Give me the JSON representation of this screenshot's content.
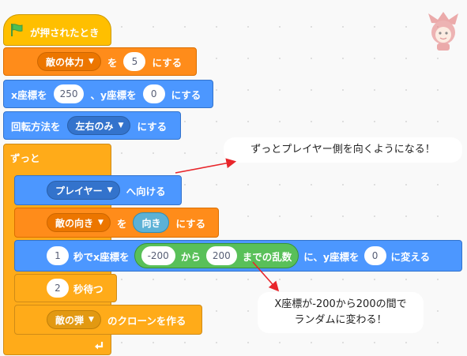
{
  "event": {
    "label": "が押されたとき",
    "icon": "green-flag-icon"
  },
  "set_hp": {
    "var": "敵の体力",
    "word_wo": "を",
    "value": "5",
    "suffix": "にする"
  },
  "goto_xy": {
    "x_label": "x座標を",
    "x_value": "250",
    "y_label": "、y座標を",
    "y_value": "0",
    "suffix": "にする"
  },
  "rotation": {
    "prefix": "回転方法を",
    "option": "左右のみ",
    "suffix": "にする"
  },
  "forever": {
    "label": "ずっと",
    "loop_icon": "loop-arrow-icon"
  },
  "point_toward": {
    "target": "プレイヤー",
    "suffix": "へ向ける"
  },
  "set_dir": {
    "var": "敵の向き",
    "word_wo": "を",
    "reporter": "向き",
    "suffix": "にする"
  },
  "glide": {
    "seconds": "1",
    "mid": "秒でx座標を",
    "rand_from": "-200",
    "from_word": "から",
    "rand_to": "200",
    "to_word": "までの乱数",
    "y_label": "に、y座標を",
    "y_value": "0",
    "suffix": "に変える"
  },
  "wait": {
    "seconds": "2",
    "suffix": "秒待つ"
  },
  "clone": {
    "target": "敵の弾",
    "suffix": "のクローンを作る"
  },
  "notes": {
    "note1": "ずっとプレイヤー側を向くようになる！",
    "note2_line1": "X座標が-200から200の間で",
    "note2_line2": "ランダムに変わる！"
  },
  "colors": {
    "events": "#ffbf00",
    "variables": "#ff8c1a",
    "motion": "#4c97ff",
    "control": "#ffab19",
    "operators": "#59c059",
    "arrow": "#e8262b"
  }
}
